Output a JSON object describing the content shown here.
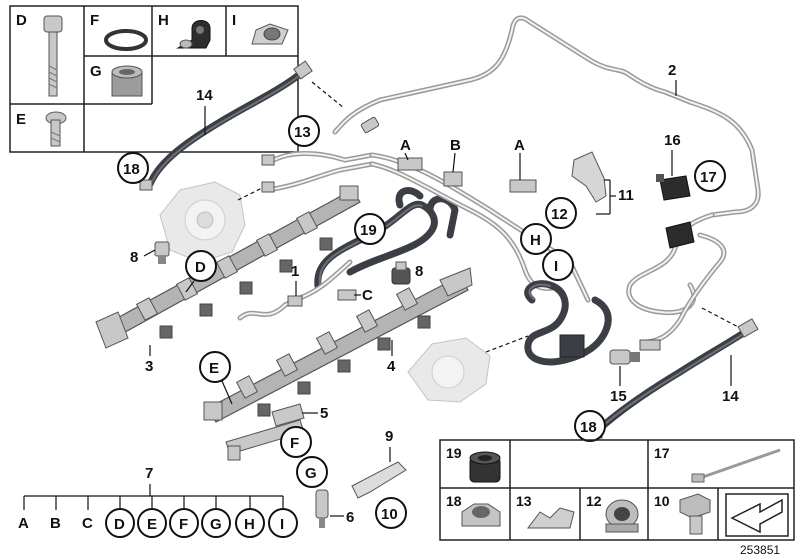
{
  "diagram": {
    "reference_number": "253851",
    "callouts": {
      "c1": "1",
      "c2": "2",
      "c3": "3",
      "c4": "4",
      "c5": "5",
      "c6": "6",
      "c7": "7",
      "c8a": "8",
      "c8b": "8",
      "c9": "9",
      "c10": "10",
      "c11": "11",
      "c12": "12",
      "c13": "13",
      "c14a": "14",
      "c14b": "14",
      "c15": "15",
      "c16": "16",
      "c17": "17",
      "c18a": "18",
      "c18b": "18",
      "c19": "19",
      "cA1": "A",
      "cA2": "A",
      "cB": "B",
      "cC": "C",
      "cD": "D",
      "cE": "E",
      "cF": "F",
      "cG": "G",
      "cH": "H",
      "cI": "I"
    },
    "kit7_tree": [
      "A",
      "B",
      "C",
      "D",
      "E",
      "F",
      "G",
      "H",
      "I"
    ],
    "kit7_label": "7",
    "legend_top": {
      "D": "D",
      "E": "E",
      "F": "F",
      "G": "G",
      "H": "H",
      "I": "I"
    },
    "legend_bottom": {
      "l19": "19",
      "l17": "17",
      "l18": "18",
      "l13": "13",
      "l12": "12",
      "l10": "10"
    }
  }
}
